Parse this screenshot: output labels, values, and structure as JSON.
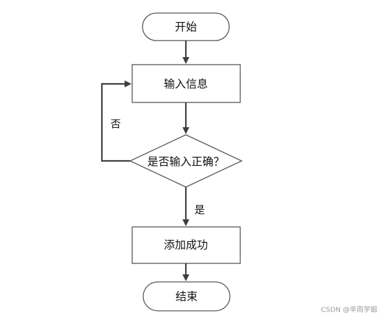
{
  "nodes": {
    "start": {
      "label": "开始",
      "shape": "terminal"
    },
    "input": {
      "label": "输入信息",
      "shape": "process"
    },
    "check": {
      "label": "是否输入正确？",
      "shape": "decision"
    },
    "add": {
      "label": "添加成功",
      "shape": "process"
    },
    "end": {
      "label": "结束",
      "shape": "terminal"
    }
  },
  "edges": {
    "no_label": "否",
    "yes_label": "是"
  },
  "watermark": "CSDN @辛雨学姐",
  "colors": {
    "stroke": "#555555",
    "edge": "#3f3f3f",
    "text": "#111111",
    "watermark": "#9a9a9a"
  }
}
